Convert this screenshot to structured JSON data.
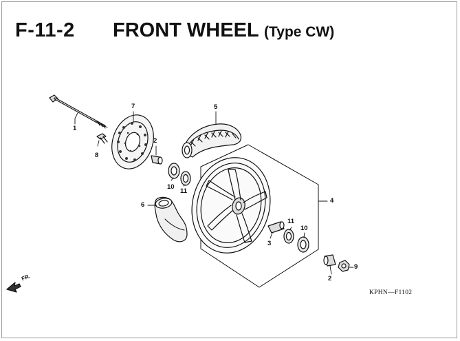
{
  "header": {
    "section_code": "F-11-2",
    "title": "FRONT WHEEL",
    "subtitle": "(Type CW)"
  },
  "diagram": {
    "direction_label": "FR.",
    "diagram_code": "KPHN—F1102",
    "callouts": [
      {
        "id": "c1",
        "label": "1",
        "part": "axle"
      },
      {
        "id": "c7",
        "label": "7",
        "part": "brake-disc"
      },
      {
        "id": "c5",
        "label": "5",
        "part": "tire"
      },
      {
        "id": "c8",
        "label": "8",
        "part": "disc-bolt"
      },
      {
        "id": "c2a",
        "label": "2",
        "part": "side-collar-left"
      },
      {
        "id": "c10a",
        "label": "10",
        "part": "dust-seal-left"
      },
      {
        "id": "c11a",
        "label": "11",
        "part": "bearing-left"
      },
      {
        "id": "c6",
        "label": "6",
        "part": "speedometer-gearbox"
      },
      {
        "id": "c4",
        "label": "4",
        "part": "cast-wheel"
      },
      {
        "id": "c11b",
        "label": "11",
        "part": "bearing-right"
      },
      {
        "id": "c10b",
        "label": "10",
        "part": "dust-seal-right"
      },
      {
        "id": "c3",
        "label": "3",
        "part": "distance-collar"
      },
      {
        "id": "c2b",
        "label": "2",
        "part": "side-collar-right"
      },
      {
        "id": "c9",
        "label": "9",
        "part": "axle-nut"
      }
    ]
  },
  "colors": {
    "ink": "#111111",
    "paper": "#ffffff",
    "border": "#9a9a9a"
  }
}
